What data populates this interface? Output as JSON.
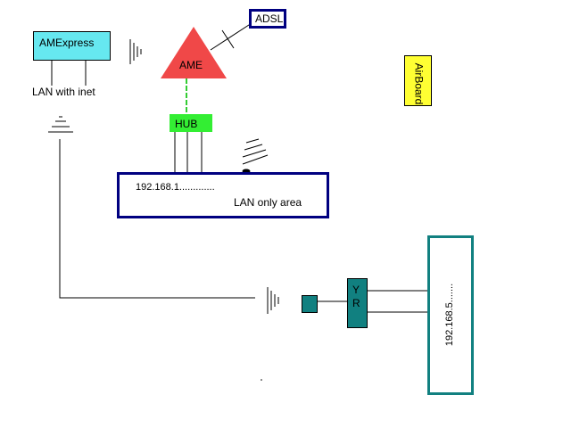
{
  "nodes": {
    "amexpress": {
      "label": "AMExpress",
      "fill": "#66e8f0"
    },
    "lan_inet": {
      "label": "LAN with inet"
    },
    "ame": {
      "label": "AME",
      "fill": "#f04848"
    },
    "adsl": {
      "label": "ADSL",
      "border": "#000080"
    },
    "airboard": {
      "label": "AirBoard",
      "fill": "#ffff33"
    },
    "hub": {
      "label": "HUB",
      "fill": "#33ee33"
    },
    "lan_only": {
      "ip": "192.168.1.............",
      "label": "LAN only area",
      "border": "#000080"
    },
    "yr": {
      "label": "Y\nR",
      "fill": "#118080"
    },
    "small_node": {
      "fill": "#118080"
    },
    "net5": {
      "label": "192.168.5.......",
      "border": "#118080"
    }
  },
  "colors": {
    "wire": "#000000",
    "wireless_link": "#33cc33"
  }
}
